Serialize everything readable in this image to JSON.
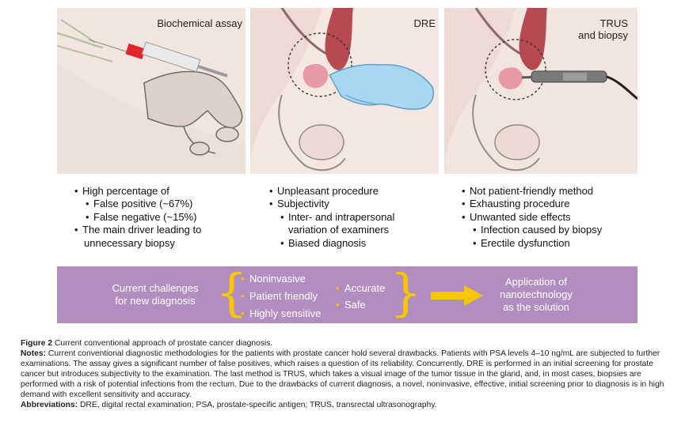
{
  "panels": [
    {
      "title_lines": [
        "Biochemical assay"
      ],
      "bullets": [
        {
          "level": 1,
          "text": "High percentage of"
        },
        {
          "level": 2,
          "text": "False positive (~67%)"
        },
        {
          "level": 2,
          "text": "False negative (~15%)"
        },
        {
          "level": 1,
          "text": "The main driver leading to"
        },
        {
          "level": 0,
          "text": "unnecessary biopsy"
        }
      ]
    },
    {
      "title_lines": [
        "DRE"
      ],
      "bullets": [
        {
          "level": 1,
          "text": "Unpleasant procedure"
        },
        {
          "level": 1,
          "text": "Subjectivity"
        },
        {
          "level": 2,
          "text": "Inter- and intrapersonal"
        },
        {
          "level": 3,
          "text": "variation of examiners"
        },
        {
          "level": 2,
          "text": "Biased diagnosis"
        }
      ]
    },
    {
      "title_lines": [
        "TRUS",
        "and biopsy"
      ],
      "bullets": [
        {
          "level": 1,
          "text": "Not patient-friendly method"
        },
        {
          "level": 1,
          "text": "Exhausting procedure"
        },
        {
          "level": 1,
          "text": "Unwanted side effects"
        },
        {
          "level": 2,
          "text": "Infection caused by biopsy"
        },
        {
          "level": 2,
          "text": "Erectile dysfunction"
        }
      ]
    }
  ],
  "band": {
    "left_lines": [
      "Current challenges",
      "for new diagnosis"
    ],
    "col1": [
      "Noninvasive",
      "Patient friendly",
      "Highly sensitive"
    ],
    "col2": [
      "Accurate",
      "Safe"
    ],
    "right_lines": [
      "Application of",
      "nanotechnology",
      "as the solution"
    ],
    "colors": {
      "band": "#b18ebf",
      "accent": "#f5c400",
      "text": "#ffffff"
    }
  },
  "caption": {
    "figure_label": "Figure 2",
    "figure_title": "Current conventional approach of prostate cancer diagnosis.",
    "notes_label": "Notes:",
    "notes_text": "Current conventional diagnostic methodologies for the patients with prostate cancer hold several drawbacks. Patients with PSA levels 4–10 ng/mL are subjected to further examinations. The assay gives a significant number of false positives, which raises a question of its reliability. Concurrently, DRE is performed in an initial screening for prostate cancer but introduces subjectivity to the examination. The last method is TRUS, which takes a visual image of the tumor tissue in the gland, and, in most cases, biopsies are performed with a risk of potential infections from the rectum. Due to the drawbacks of current diagnosis, a novel, noninvasive, effective, initial screening prior to diagnosis is in high demand with excellent sensitivity and accuracy.",
    "abbr_label": "Abbreviations:",
    "abbr_text": "DRE, digital rectal examination; PSA, prostate-specific antigen; TRUS, transrectal ultrasonography."
  }
}
